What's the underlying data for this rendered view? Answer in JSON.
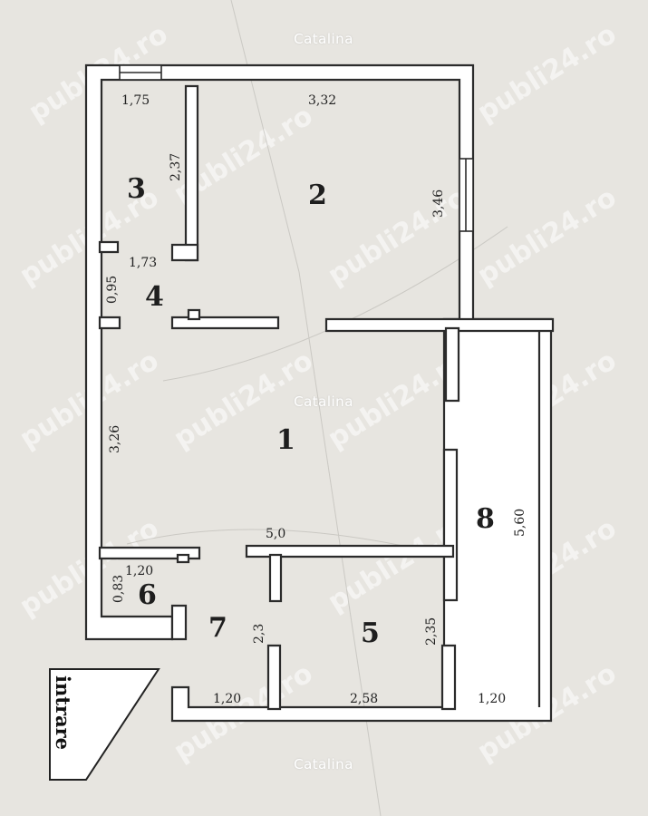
{
  "plan": {
    "rooms": [
      {
        "id": "room-1",
        "label": "1"
      },
      {
        "id": "room-2",
        "label": "2"
      },
      {
        "id": "room-3",
        "label": "3"
      },
      {
        "id": "room-4",
        "label": "4"
      },
      {
        "id": "room-5",
        "label": "5"
      },
      {
        "id": "room-6",
        "label": "6"
      },
      {
        "id": "room-7",
        "label": "7"
      },
      {
        "id": "room-8",
        "label": "8"
      }
    ],
    "dimensions": [
      {
        "id": "dim-room3-width",
        "text": "1,75"
      },
      {
        "id": "dim-room2-width",
        "text": "3,32"
      },
      {
        "id": "dim-room3-depth",
        "text": "2,37"
      },
      {
        "id": "dim-room2-depth",
        "text": "3,46"
      },
      {
        "id": "dim-room4-width",
        "text": "1,73"
      },
      {
        "id": "dim-room4-depth",
        "text": "0,95"
      },
      {
        "id": "dim-room1-depth",
        "text": "3,26"
      },
      {
        "id": "dim-room1-width",
        "text": "5,0"
      },
      {
        "id": "dim-room8-depth",
        "text": "5,60"
      },
      {
        "id": "dim-room6-width",
        "text": "1,20"
      },
      {
        "id": "dim-room6-depth",
        "text": "0,83"
      },
      {
        "id": "dim-room7-depth",
        "text": "2,3"
      },
      {
        "id": "dim-room5-depth",
        "text": "2,35"
      },
      {
        "id": "dim-room7-width",
        "text": "1,20"
      },
      {
        "id": "dim-room5-width",
        "text": "2,58"
      },
      {
        "id": "dim-room8-width",
        "text": "1,20"
      }
    ],
    "entrance_label": "intrare"
  },
  "watermarks": {
    "author_top": "Catalina",
    "author_middle": "Catalina",
    "author_bottom": "Catalina",
    "site": "publi24.ro"
  },
  "colors": {
    "paper": "#e7e5e0",
    "wall": "#2b2b2b",
    "wall_fill": "#ffffff",
    "ink": "#222222"
  }
}
